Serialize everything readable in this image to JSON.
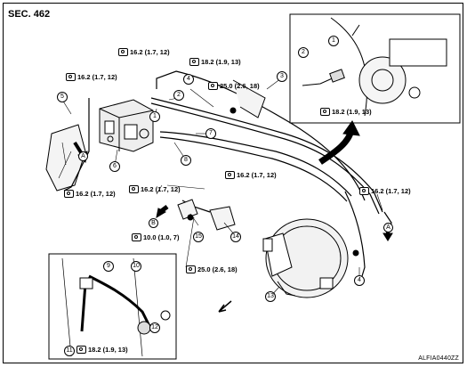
{
  "header": {
    "section": "SEC. 462"
  },
  "figure_id": "ALFIA0440ZZ",
  "torque_icon": "tightening-torque-icon",
  "torque_labels": [
    {
      "key": "t1",
      "value": "16.2 (1.7, 12)"
    },
    {
      "key": "t2",
      "value": "18.2 (1.9, 13)"
    },
    {
      "key": "t3",
      "value": "16.2 (1.7, 12)"
    },
    {
      "key": "t4",
      "value": "25.0 (2.6, 18)"
    },
    {
      "key": "t5",
      "value": "16.2 (1.7, 12)"
    },
    {
      "key": "t6",
      "value": "16.2 (1.7, 12)"
    },
    {
      "key": "t7",
      "value": "16.2 (1.7, 12)"
    },
    {
      "key": "t8",
      "value": "16.2 (1.7, 12)"
    },
    {
      "key": "t9",
      "value": "10.0 (1.0, 7)"
    },
    {
      "key": "t10",
      "value": "25.0 (2.6, 18)"
    },
    {
      "key": "t11",
      "value": "18.2 (1.9, 13)"
    },
    {
      "key": "t12",
      "value": "18.2 (1.9, 13)"
    }
  ],
  "callouts": [
    "1",
    "2",
    "3",
    "4",
    "5",
    "6",
    "7",
    "8",
    "9",
    "10",
    "11",
    "12",
    "13",
    "14",
    "15",
    "1",
    "2",
    "4"
  ],
  "letters": [
    "A",
    "A",
    "B"
  ]
}
